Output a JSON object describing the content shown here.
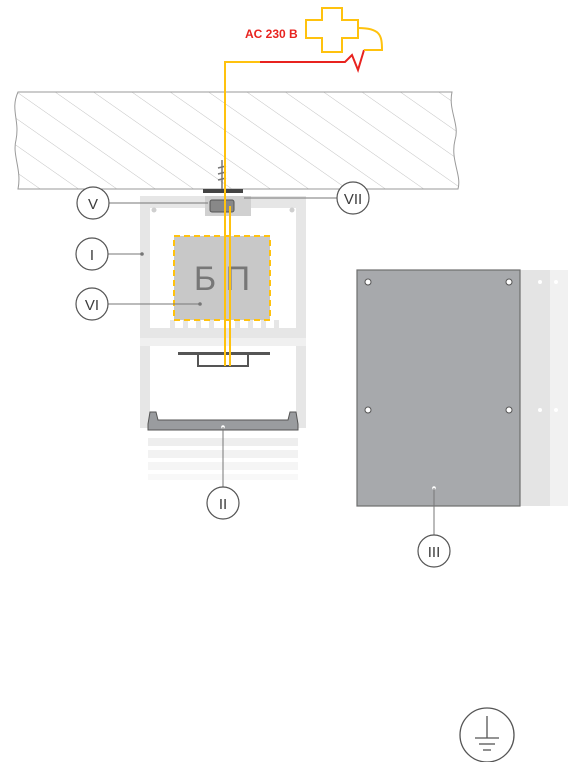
{
  "supply": {
    "label": "AC 230 В",
    "color": "#e8231f"
  },
  "psu": {
    "label": "Б П"
  },
  "callouts": {
    "i": "I",
    "ii": "II",
    "iii": "III",
    "v": "V",
    "vi": "VI",
    "vii": "VII"
  },
  "icons": {
    "plug": "plug-icon",
    "ground": "ground-icon"
  },
  "colors": {
    "wire": "#ffc20e",
    "cable": "#e8231f",
    "panel": "#a7a9ac",
    "profile": "#e6e6e6",
    "ceiling_hatch": "#b8b8b8",
    "psu_box": "#c8c8c8"
  }
}
